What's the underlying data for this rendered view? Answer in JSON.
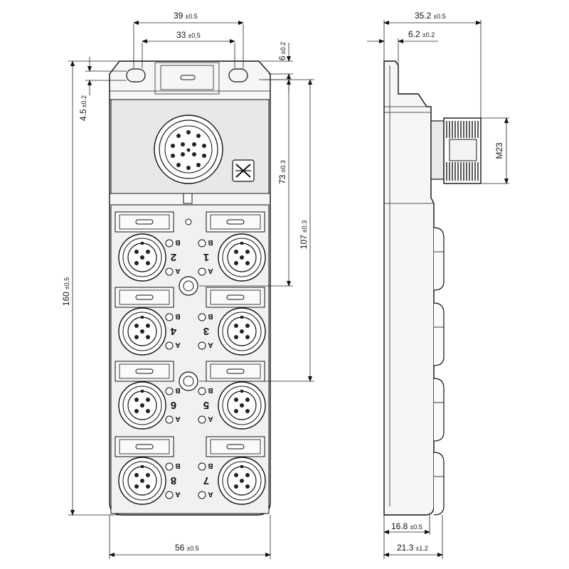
{
  "dimensions": {
    "top_outer": {
      "value": "39",
      "tol": "±0.5"
    },
    "top_inner": {
      "value": "33",
      "tol": "±0.5"
    },
    "hole_offset": {
      "value": "6",
      "tol": "±0.2"
    },
    "hole_pitch": {
      "value": "4.5",
      "tol": "±0.2"
    },
    "height_total": {
      "value": "160",
      "tol": "±0.5"
    },
    "height_73": {
      "value": "73",
      "tol": "±0.3"
    },
    "height_107": {
      "value": "107",
      "tol": "±0.3"
    },
    "width_bottom": {
      "value": "56",
      "tol": "±0.5"
    },
    "side_depth": {
      "value": "35.2",
      "tol": "±0.5"
    },
    "side_flange": {
      "value": "6.2",
      "tol": "±0.2"
    },
    "thread": {
      "value": "M23"
    },
    "side_base": {
      "value": "16.8",
      "tol": "±0.5"
    },
    "side_base2": {
      "value": "21.3",
      "tol": "±1.2"
    }
  },
  "ports": [
    {
      "num": "2",
      "side": "left",
      "row": 0
    },
    {
      "num": "1",
      "side": "right",
      "row": 0
    },
    {
      "num": "4",
      "side": "left",
      "row": 1
    },
    {
      "num": "3",
      "side": "right",
      "row": 1
    },
    {
      "num": "6",
      "side": "left",
      "row": 2
    },
    {
      "num": "5",
      "side": "right",
      "row": 2
    },
    {
      "num": "8",
      "side": "left",
      "row": 3
    },
    {
      "num": "7",
      "side": "right",
      "row": 3
    }
  ],
  "led_labels": {
    "a": "A",
    "b": "B"
  },
  "colors": {
    "line": "#111111",
    "body_fill": "#f4f4f4",
    "panel_fill": "#e6e6e6"
  }
}
